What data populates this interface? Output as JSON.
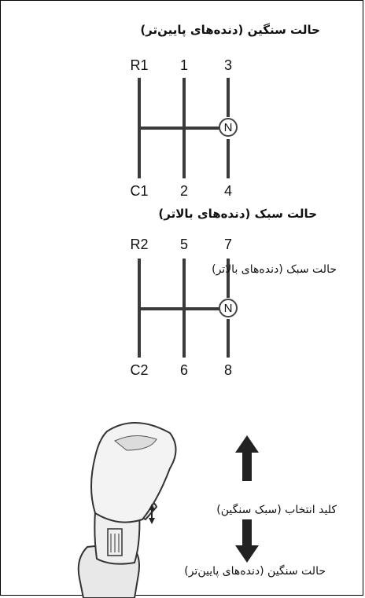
{
  "diagram": {
    "heavy": {
      "title": "حالت سنگین (دنده‌های پایین‌تر)",
      "top_labels": [
        "R1",
        "1",
        "3"
      ],
      "bottom_labels": [
        "C1",
        "2",
        "4"
      ],
      "neutral": "N"
    },
    "light": {
      "title": "حالت سبک (دنده‌های بالاتر)",
      "top_labels": [
        "R2",
        "5",
        "7"
      ],
      "bottom_labels": [
        "C2",
        "6",
        "8"
      ],
      "neutral": "N"
    },
    "annotations": {
      "light_mode": "حالت سبک (دنده‌های بالاتر)",
      "selector": "کلید انتخاب (سبک سنگین)",
      "heavy_mode": "حالت سنگین (دنده‌های پایین‌تر)"
    },
    "colors": {
      "line": "#3a3a3a",
      "border": "#000000",
      "arrow": "#222222"
    },
    "icons": [
      "up-arrow-icon",
      "down-arrow-icon",
      "gear-knob-icon"
    ]
  }
}
